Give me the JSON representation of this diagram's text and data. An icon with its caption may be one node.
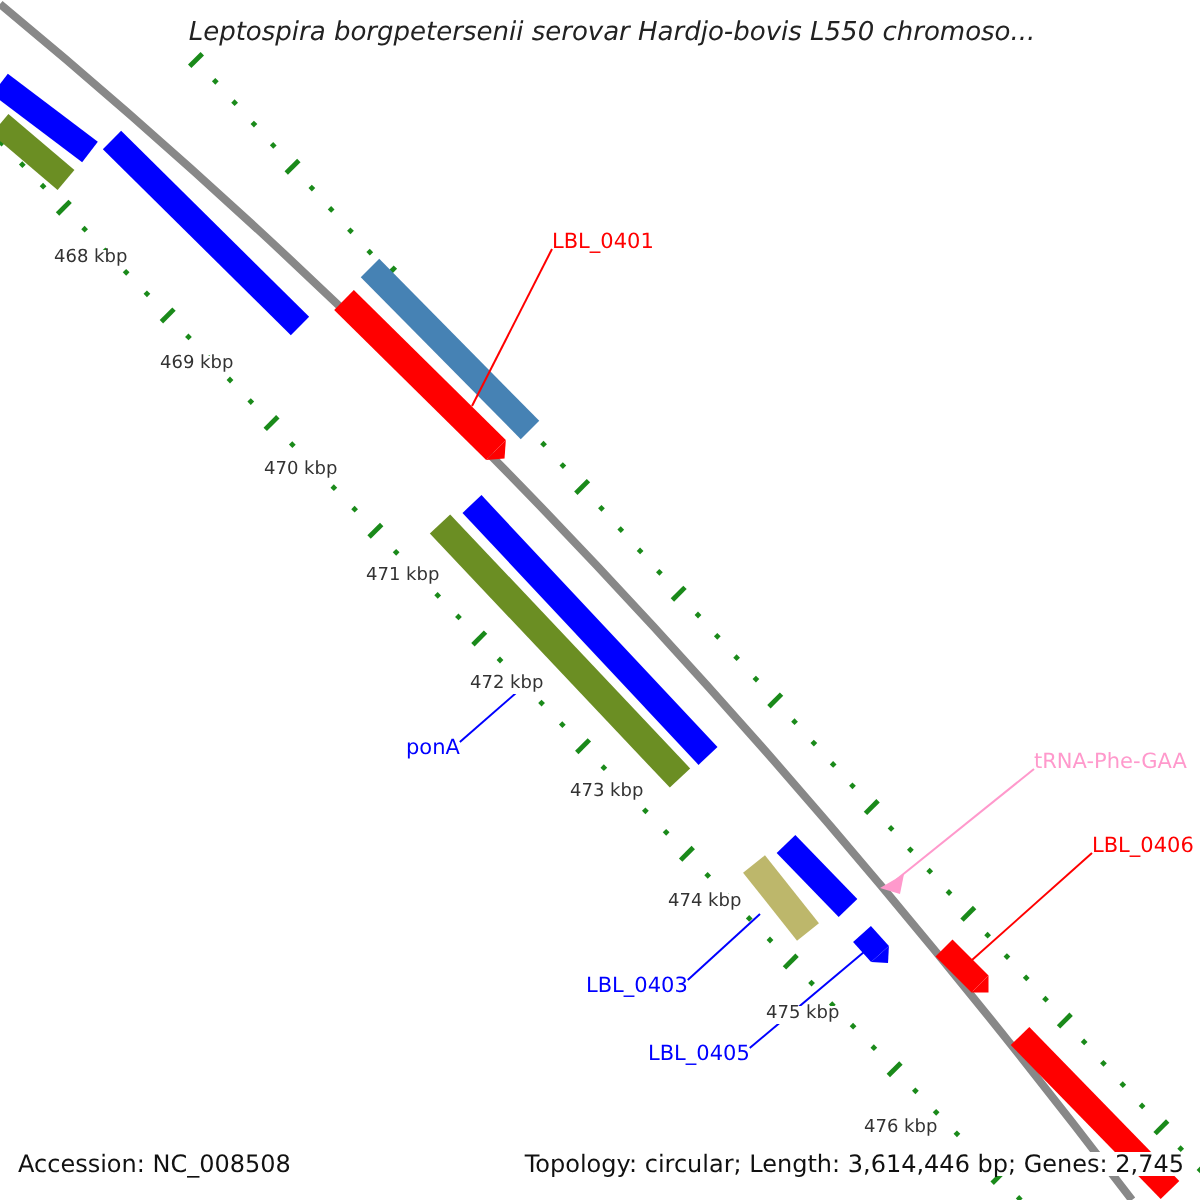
{
  "diagram": {
    "title": "Leptospira borgpetersenii serovar Hardjo-bovis L550 chromoso...",
    "nodes": [
      {
        "text": [
          "LBL_0401"
        ]
      },
      {
        "text": [],
        "shape": "arrow"
      },
      {
        "text": [
          "ponA"
        ]
      },
      {
        "text": [],
        "shape": "bar"
      },
      {
        "text": [
          "tRNA-Phe-GAA"
        ]
      },
      {
        "text": [],
        "shape": "triangle"
      },
      {
        "text": [
          "LBL_0406"
        ]
      },
      {
        "text": [],
        "shape": "arrow"
      },
      {
        "text": [
          "LBL_0403"
        ]
      },
      {
        "text": [],
        "shape": "bar"
      },
      {
        "text": [
          "LBL_0405"
        ]
      },
      {
        "text": [],
        "shape": "arrow"
      }
    ],
    "edges": [
      {
        "from": 0,
        "to": 1,
        "arrow": "none",
        "color": "#ff0000"
      },
      {
        "from": 2,
        "to": 3,
        "arrow": "none",
        "color": "#0000ff"
      },
      {
        "from": 4,
        "to": 5,
        "arrow": "none",
        "color": "#ff99cc"
      },
      {
        "from": 6,
        "to": 7,
        "arrow": "none",
        "color": "#ff0000"
      },
      {
        "from": 8,
        "to": 9,
        "arrow": "none",
        "color": "#0000ff"
      },
      {
        "from": 10,
        "to": 11,
        "arrow": "none",
        "color": "#0000ff"
      }
    ],
    "labels": [
      "468 kbp",
      "469 kbp",
      "470 kbp",
      "471 kbp",
      "472 kbp",
      "473 kbp",
      "474 kbp",
      "475 kbp",
      "476 kbp",
      "Accession: NC_008508",
      "Topology: circular; Length: 3,614,446 bp; Genes: 2,745"
    ]
  }
}
